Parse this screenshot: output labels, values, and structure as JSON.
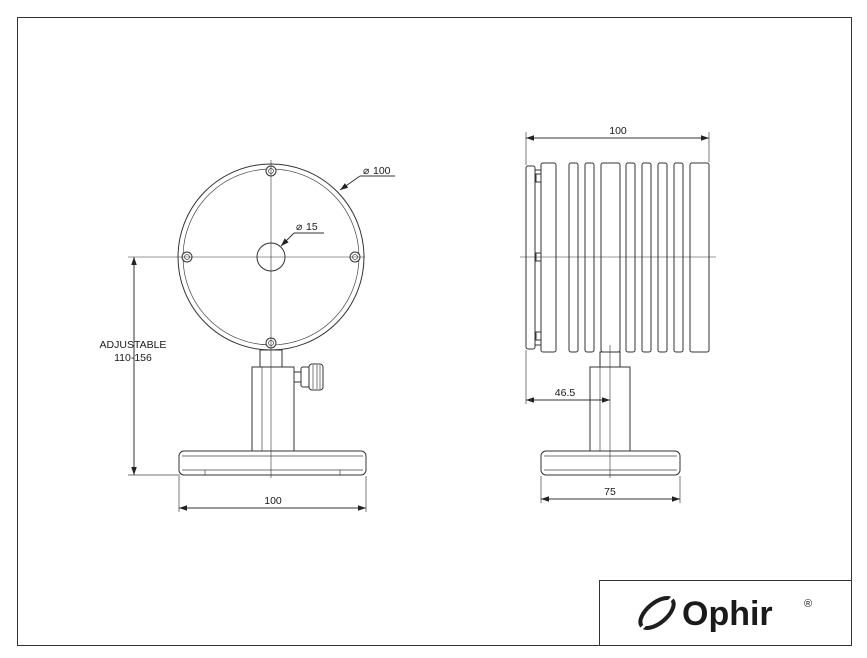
{
  "front_view": {
    "dim_diameter_outer": "100",
    "dim_diameter_outer_symbol": "⌀",
    "dim_diameter_aperture": "15",
    "dim_diameter_aperture_symbol": "⌀",
    "dim_height_label": "ADJUSTABLE",
    "dim_height_value": "110-156",
    "dim_base_width": "100"
  },
  "side_view": {
    "dim_width": "100",
    "dim_offset": "46.5",
    "dim_base_depth": "75"
  },
  "logo": {
    "text": "Ophir",
    "registered": "®"
  }
}
